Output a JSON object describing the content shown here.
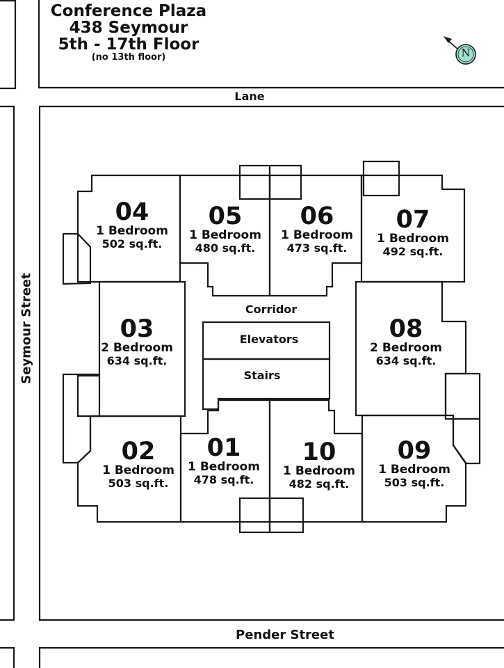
{
  "header": {
    "title_line1": "Conference Plaza",
    "title_line2": "438 Seymour",
    "title_line3": "5th - 17th Floor",
    "note": "(no 13th floor)"
  },
  "compass": {
    "label": "N",
    "icon": "north-arrow-icon"
  },
  "streets": {
    "top": "Lane",
    "left": "Seymour Street",
    "bottom": "Pender Street"
  },
  "common_areas": {
    "corridor": "Corridor",
    "elevators": "Elevators",
    "stairs": "Stairs"
  },
  "units": [
    {
      "id": "04",
      "number": "04",
      "bedrooms": "1 Bedroom",
      "size": "502 sq.ft."
    },
    {
      "id": "05",
      "number": "05",
      "bedrooms": "1 Bedroom",
      "size": "480 sq.ft."
    },
    {
      "id": "06",
      "number": "06",
      "bedrooms": "1 Bedroom",
      "size": "473 sq.ft."
    },
    {
      "id": "07",
      "number": "07",
      "bedrooms": "1 Bedroom",
      "size": "492 sq.ft."
    },
    {
      "id": "03",
      "number": "03",
      "bedrooms": "2 Bedroom",
      "size": "634 sq.ft."
    },
    {
      "id": "08",
      "number": "08",
      "bedrooms": "2 Bedroom",
      "size": "634 sq.ft."
    },
    {
      "id": "02",
      "number": "02",
      "bedrooms": "1 Bedroom",
      "size": "503 sq.ft."
    },
    {
      "id": "01",
      "number": "01",
      "bedrooms": "1 Bedroom",
      "size": "478 sq.ft."
    },
    {
      "id": "10",
      "number": "10",
      "bedrooms": "1 Bedroom",
      "size": "482 sq.ft."
    },
    {
      "id": "09",
      "number": "09",
      "bedrooms": "1 Bedroom",
      "size": "503 sq.ft."
    }
  ],
  "colors": {
    "line": "#1a1a1a",
    "compass_fill": "#9fe0d0",
    "background": "#ffffff"
  }
}
